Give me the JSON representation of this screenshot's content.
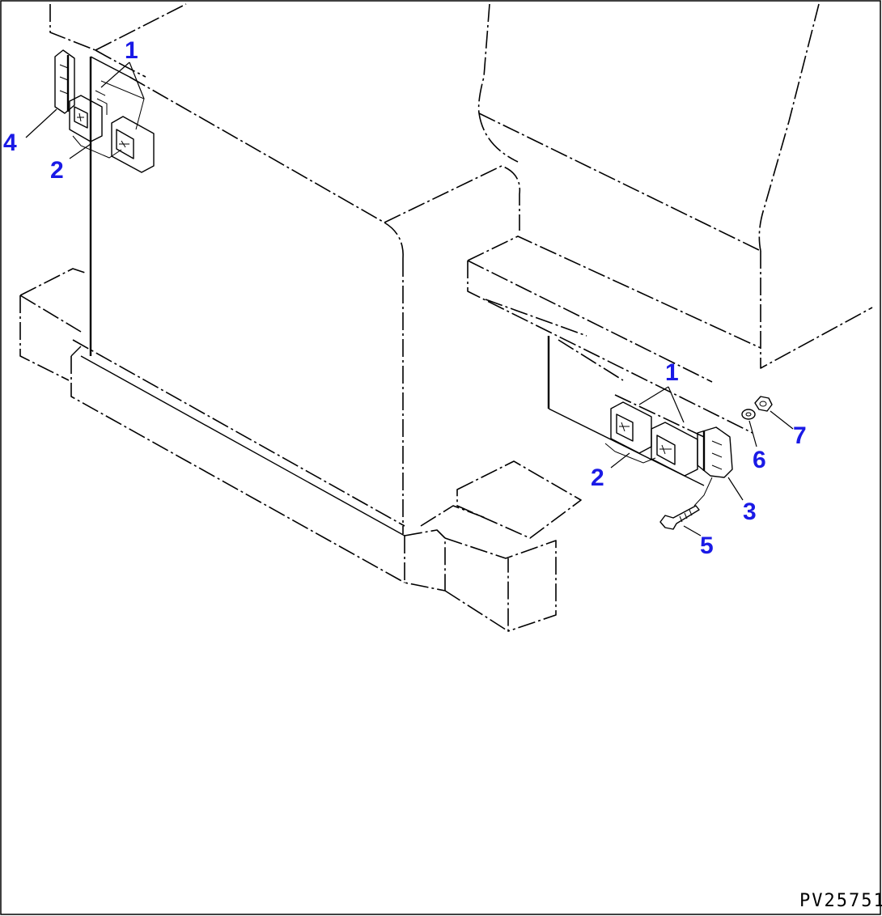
{
  "drawing_code": "PV25751",
  "callouts": {
    "c1_left": "1",
    "c2_left": "2",
    "c4_left": "4",
    "c1_right": "1",
    "c2_right": "2",
    "c3": "3",
    "c5": "5",
    "c6": "6",
    "c7": "7"
  },
  "colors": {
    "callout": "#1a1ae6",
    "line": "#000000",
    "background": "#ffffff"
  }
}
